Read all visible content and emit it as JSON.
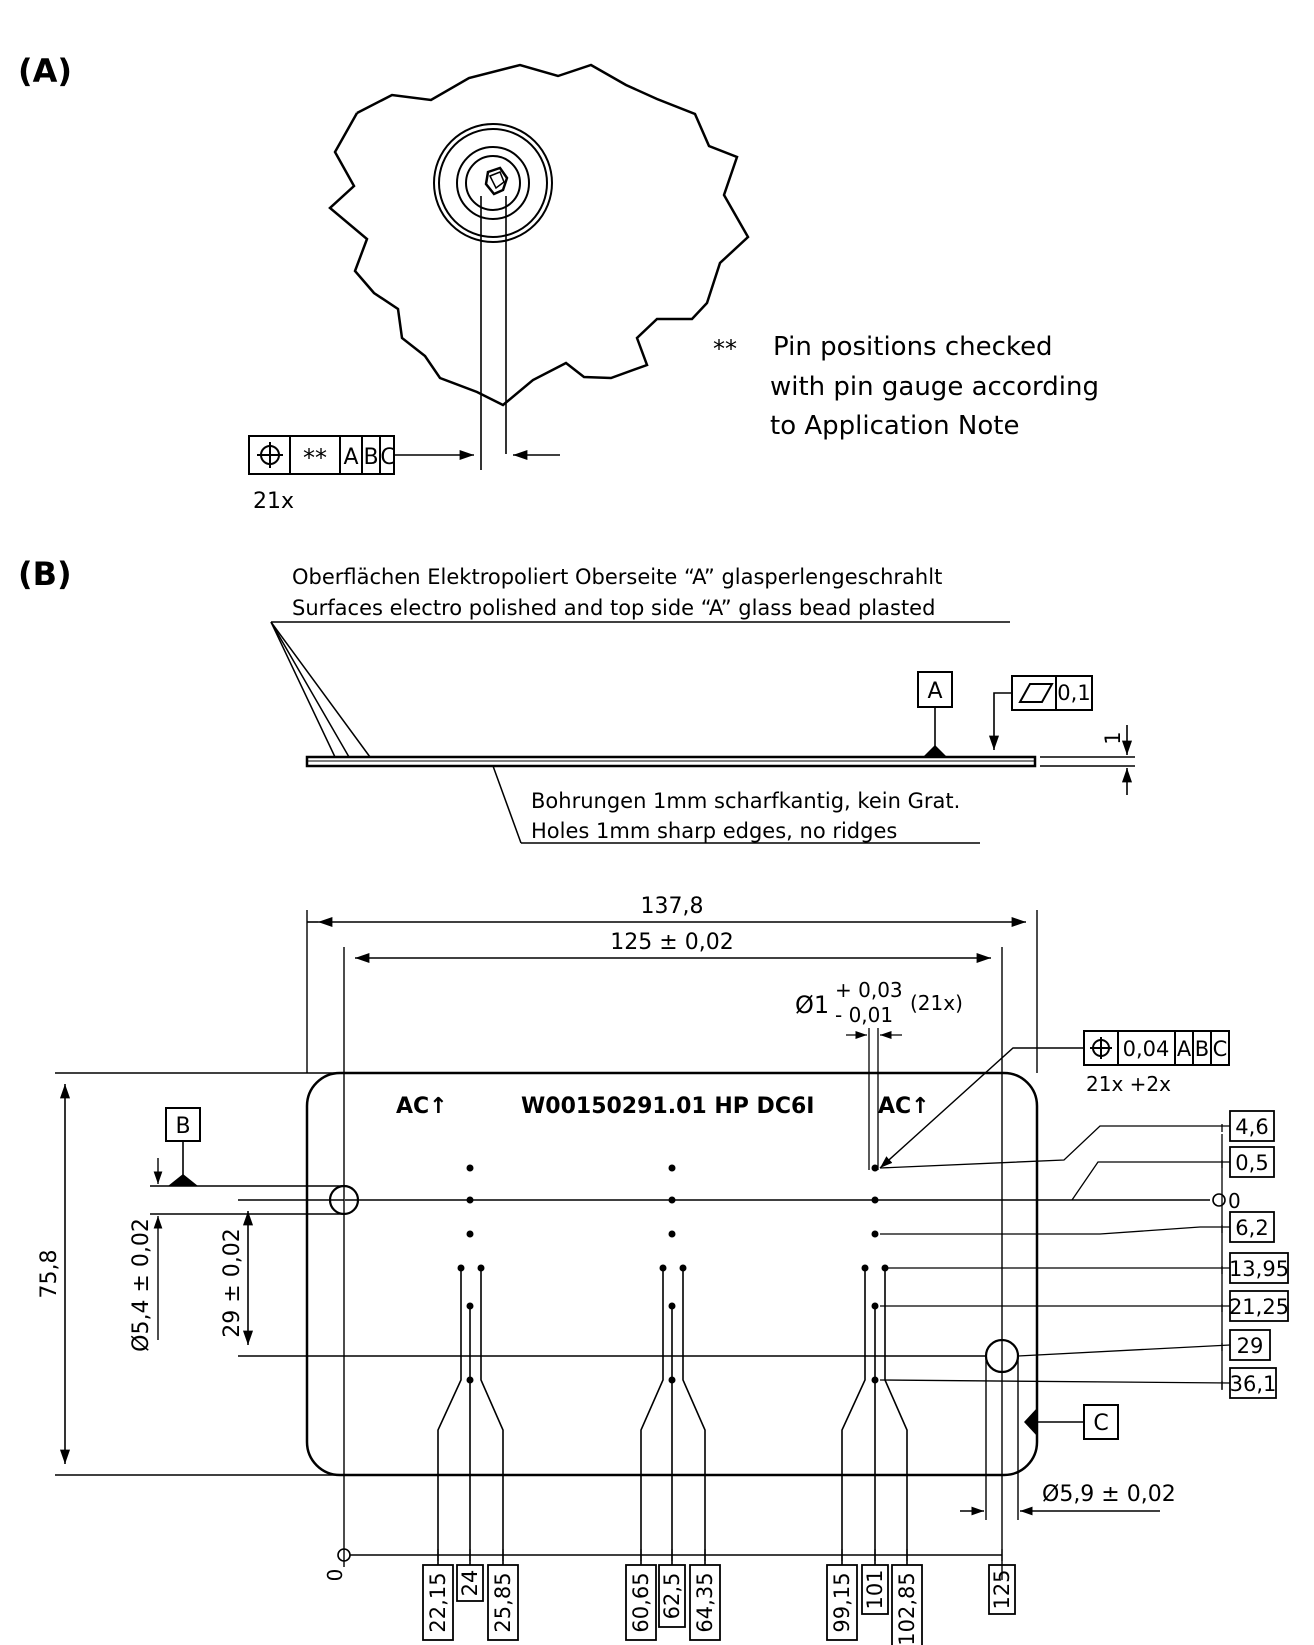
{
  "panel_a": {
    "label": "(A)",
    "fcf": {
      "symbol": "⌖",
      "tolerance": "**",
      "datums": [
        "A",
        "B",
        "C"
      ],
      "count": "21x"
    },
    "note": {
      "marker": "**",
      "lines": [
        "Pin positions checked",
        "with pin gauge according",
        "to Application Note"
      ]
    }
  },
  "panel_b": {
    "label": "(B)",
    "surface_note": [
      "Oberflächen Elektropoliert Oberseite “A” glasperlengeschrahlt",
      "Surfaces electro polished and top side “A” glass bead plasted"
    ],
    "datum_a": "A",
    "flatness": {
      "symbol": "⏥",
      "value": "0,1"
    },
    "thickness": "1",
    "holes_note": [
      "Bohrungen 1mm scharfkantig, kein Grat.",
      "Holes 1mm sharp edges, no ridges"
    ]
  },
  "plan": {
    "width_total": "137,8",
    "width_holes": "125 ± 0,02",
    "height_total": "75,8",
    "pin_diameter": {
      "base": "Ø1",
      "upper": "+ 0,03",
      "lower": "- 0,01",
      "count": "(21x)"
    },
    "position_fcf": {
      "symbol": "⌖",
      "value": "0,04",
      "datums": [
        "A",
        "B",
        "C"
      ],
      "count": "21x  +2x"
    },
    "engraving": {
      "left": "AC↑",
      "center": "W00150291.01 HP DC6I",
      "right": "AC↑"
    },
    "datum_b": "B",
    "datum_c": "C",
    "hole_left_diameter": "Ø5,4 ± 0,02",
    "hole_offset": "29 ± 0,02",
    "hole_right_diameter": "Ø5,9 ± 0,02",
    "origin_symbol": "⌀",
    "y_origin": "0",
    "x_origin": "0",
    "y_dims": [
      "4,6",
      "0,5",
      "6,2",
      "13,95",
      "21,25",
      "29",
      "36,1"
    ],
    "x_dims": [
      "22,15",
      "24",
      "25,85",
      "60,65",
      "62,5",
      "64,35",
      "99,15",
      "101",
      "102,85",
      "125"
    ]
  }
}
